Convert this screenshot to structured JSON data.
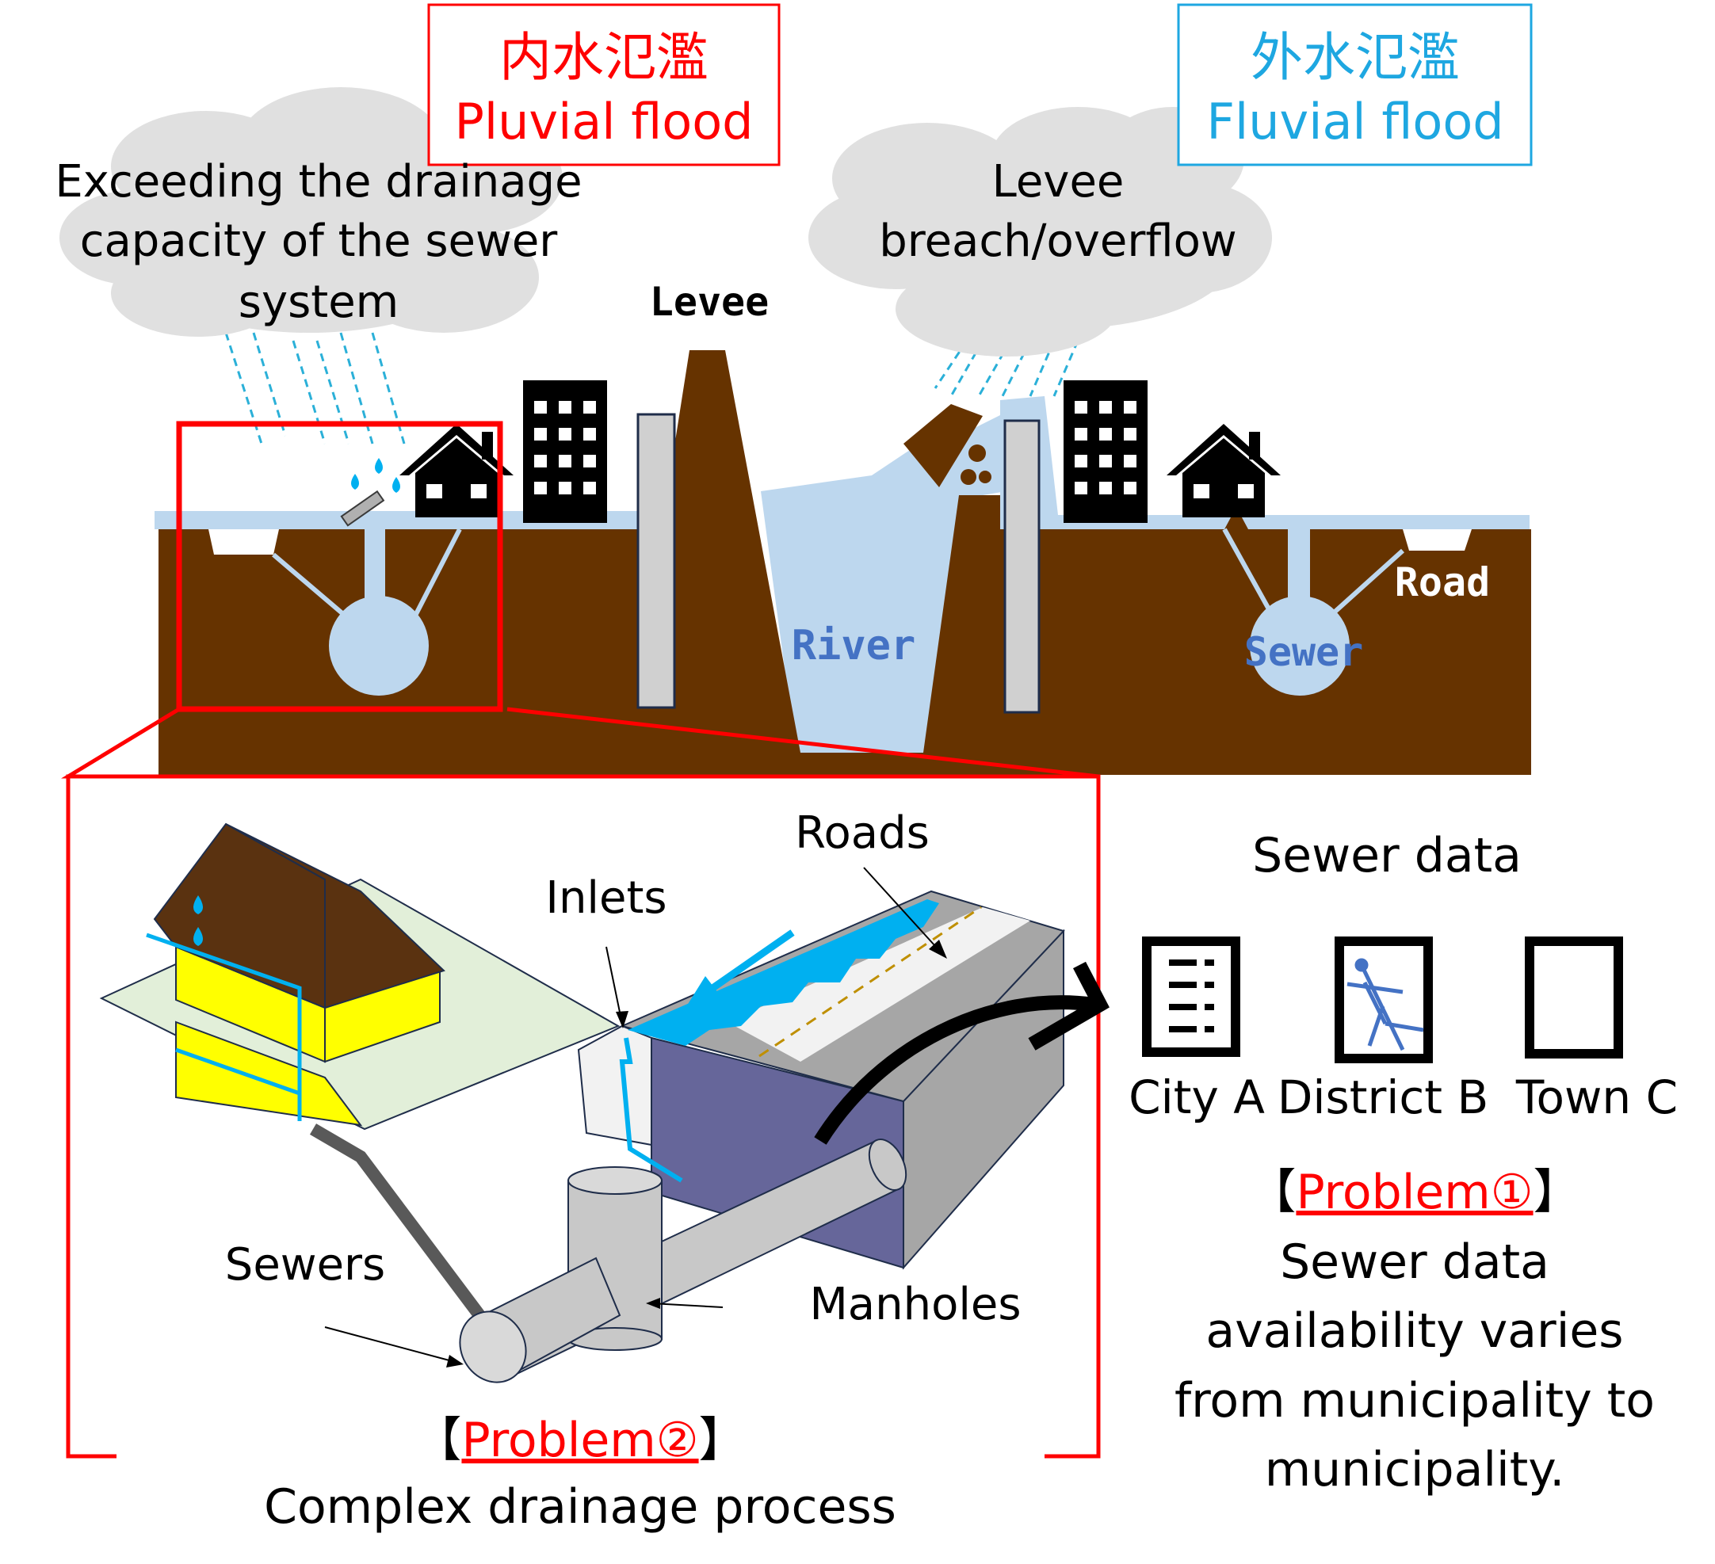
{
  "pluvial_box": {
    "jp": "内水氾濫",
    "en": "Pluvial flood"
  },
  "fluvial_box": {
    "jp": "外水氾濫",
    "en": "Fluvial flood"
  },
  "cloud_left": {
    "lines": [
      "Exceeding the drainage",
      "capacity of the sewer",
      "system"
    ]
  },
  "cloud_right": {
    "lines": [
      "Levee",
      "breach/overflow"
    ]
  },
  "cross_section": {
    "levee": "Levee",
    "river": "River",
    "sewer": "Sewer",
    "road": "Road"
  },
  "detail": {
    "inlets": "Inlets",
    "roads": "Roads",
    "sewers": "Sewers",
    "manholes": "Manholes",
    "problem2_open": "【",
    "problem2_label": "Problem②",
    "problem2_close": "】",
    "problem2_text": "Complex drainage process"
  },
  "sewer_data": {
    "title": "Sewer data",
    "municipalities": [
      "City A",
      "District B",
      "Town C"
    ],
    "problem1_open": "【",
    "problem1_label": "Problem①",
    "problem1_close": "】",
    "problem1_lines": [
      "Sewer data",
      "availability varies",
      "from municipality to",
      "municipality."
    ]
  },
  "colors": {
    "soil": "#663300",
    "water": "#bdd7ee",
    "pluvial": "#ff0000",
    "fluvial": "#1ea7e1",
    "label_blue": "#4472c4",
    "house_yellow": "#ffff00",
    "roof_brown": "#5a3210",
    "cloud": "#e0e0e0",
    "pipe_gray": "#c8c8c8",
    "trench": "#66669a"
  }
}
